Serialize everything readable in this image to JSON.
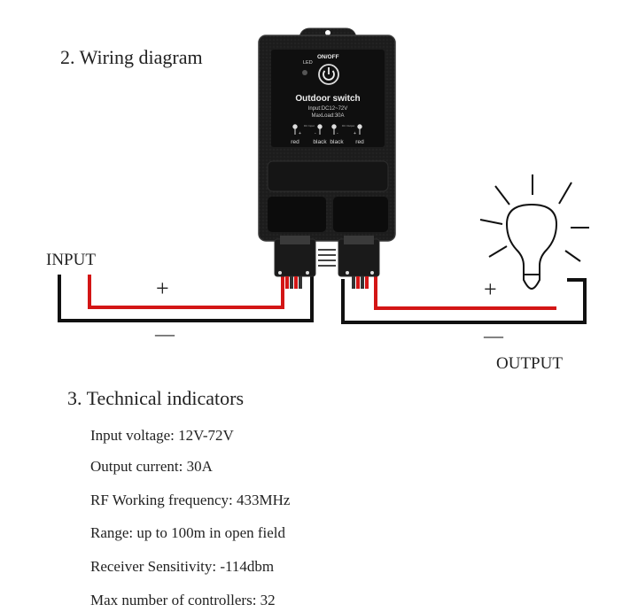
{
  "wiring": {
    "title": "2. Wiring diagram",
    "input_label": "INPUT",
    "output_label": "OUTPUT",
    "plus_sign": "+",
    "minus_sign": "—",
    "device": {
      "led_label": "LED",
      "power_label": "ON/OFF",
      "name": "Outdoor switch",
      "input_spec": "Input:DC12~72V",
      "max_load": "MaxLoad:30A",
      "terminals": [
        {
          "label": "red",
          "polarity": "+",
          "group": "DC Input"
        },
        {
          "label": "black",
          "polarity": "-",
          "group": "DC Input"
        },
        {
          "label": "black",
          "polarity": "-",
          "group": "DC Output"
        },
        {
          "label": "red",
          "polarity": "+",
          "group": "DC Output"
        }
      ],
      "dc_input_tag": "DC Input",
      "dc_output_tag": "DC Output"
    },
    "colors": {
      "positive_wire": "#d31515",
      "negative_wire": "#111111",
      "device_body": "#1c1c1c"
    }
  },
  "specs": {
    "title": "3. Technical indicators",
    "items": [
      "Input voltage: 12V-72V",
      "Output current: 30A",
      "RF Working frequency: 433MHz",
      "Range: up to 100m in open field",
      "Receiver Sensitivity: -114dbm",
      "Max number of controllers: 32"
    ]
  }
}
